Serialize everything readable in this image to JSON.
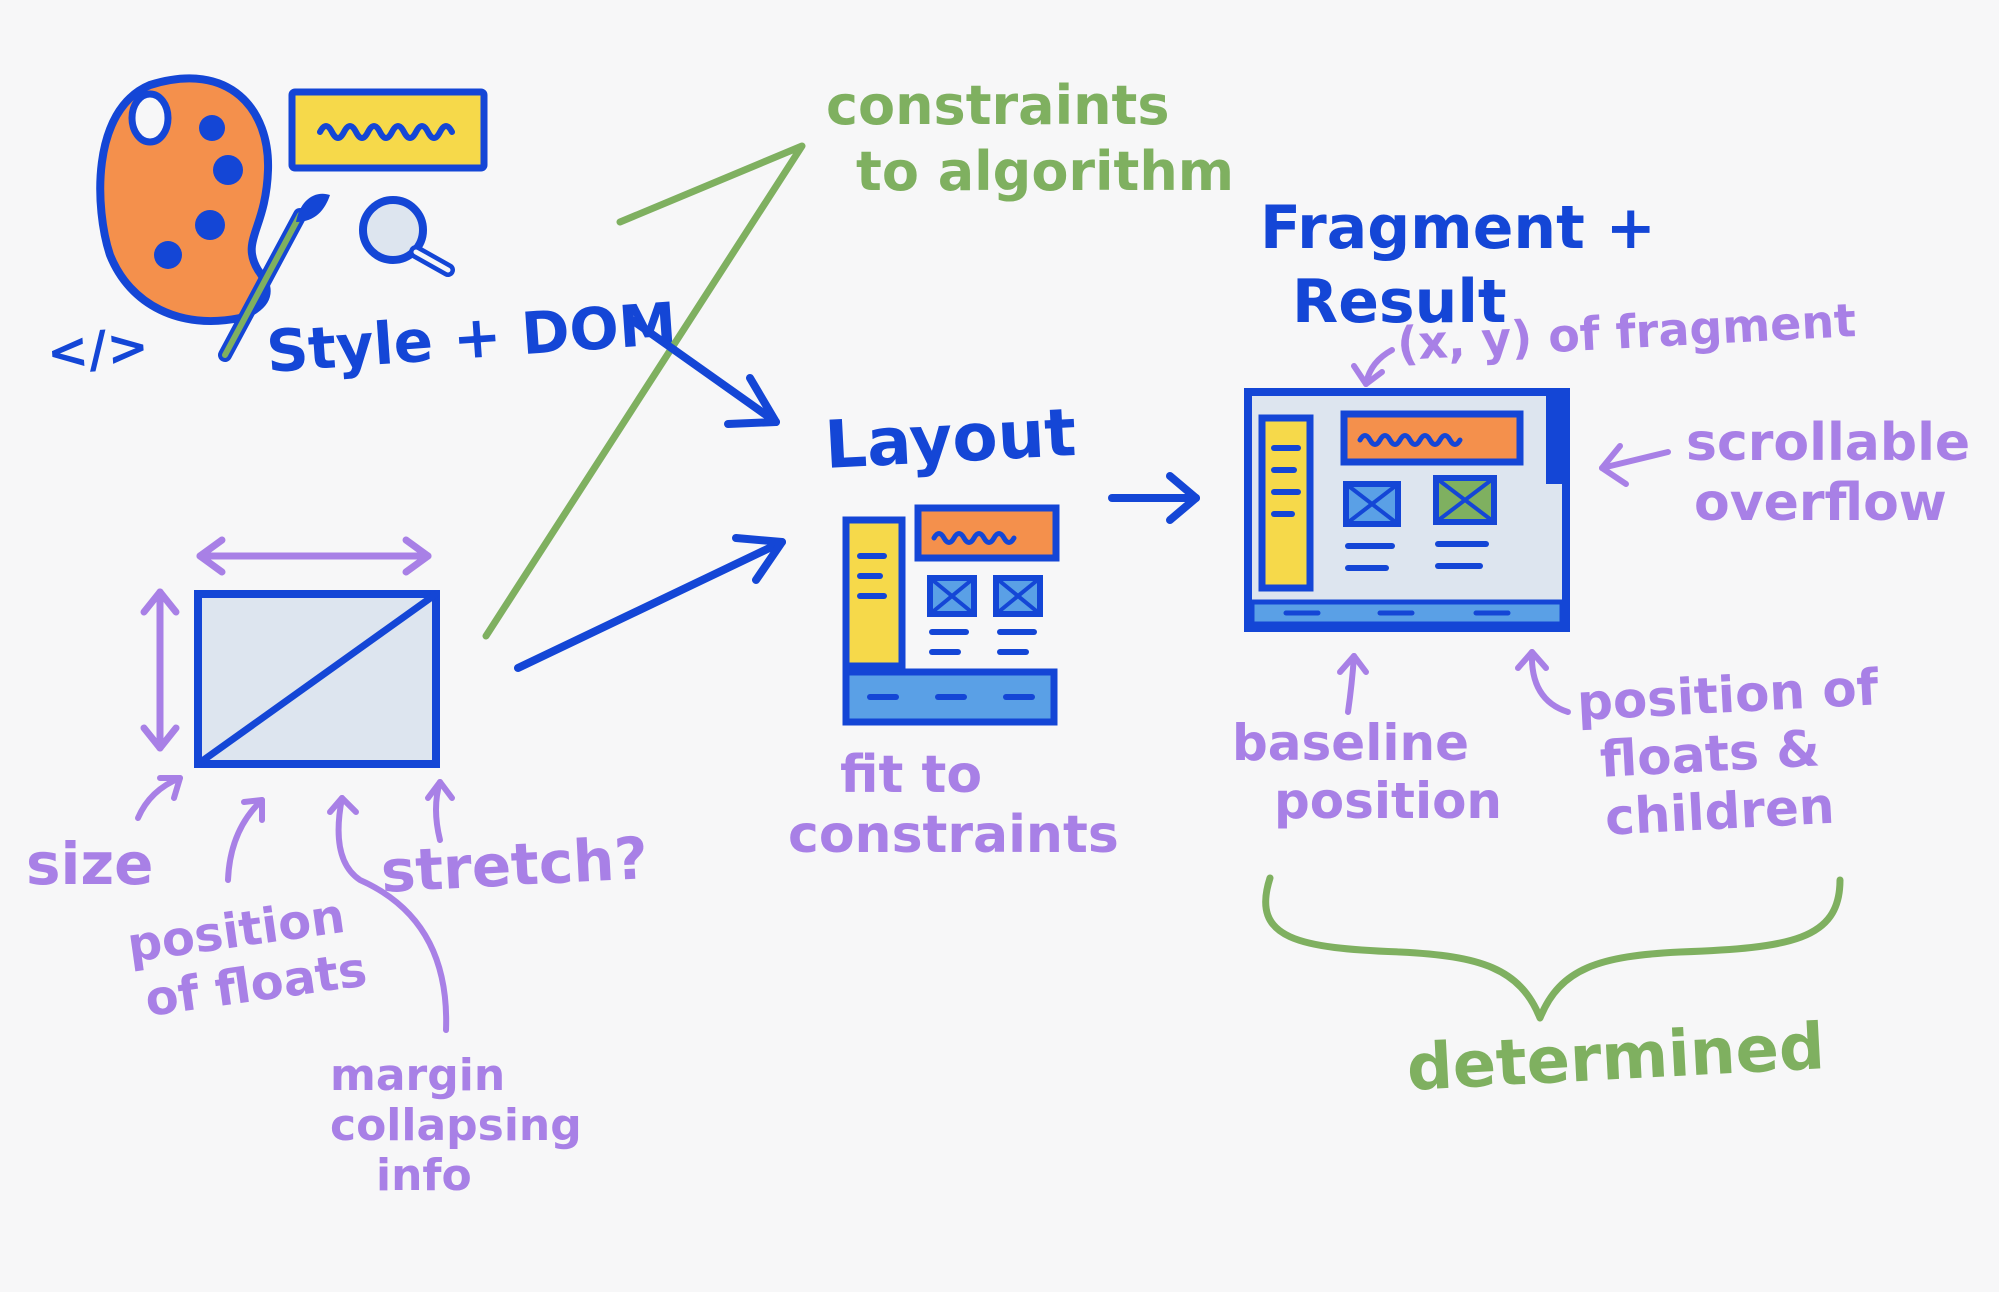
{
  "colors": {
    "blue": "#1446d6",
    "green": "#7fb060",
    "purple": "#a880e6",
    "orange": "#f4904c",
    "yellow": "#f6d94a",
    "light_blue": "#5aa0e6",
    "pale_blue": "#dde5ef",
    "background": "#f7f7f8"
  },
  "inputs": {
    "code_symbol": "</>",
    "style_dom": "Style + DOM",
    "constraints_label": [
      "constraints",
      "to algorithm"
    ]
  },
  "box_annotations": {
    "size": "size",
    "position_of_floats": [
      "position",
      "of floats"
    ],
    "stretch": "stretch?",
    "margin_collapsing": [
      "margin",
      "collapsing",
      "info"
    ]
  },
  "layout": {
    "title": "Layout",
    "caption": [
      "fit to",
      "constraints"
    ]
  },
  "result": {
    "title": [
      "Fragment +",
      "Result"
    ],
    "xy_label": "(x, y) of fragment",
    "scrollable": [
      "scrollable",
      "overflow"
    ],
    "baseline": [
      "baseline",
      "position"
    ],
    "floats_children": [
      "position of",
      "floats &",
      "children"
    ],
    "determined": "determined"
  }
}
